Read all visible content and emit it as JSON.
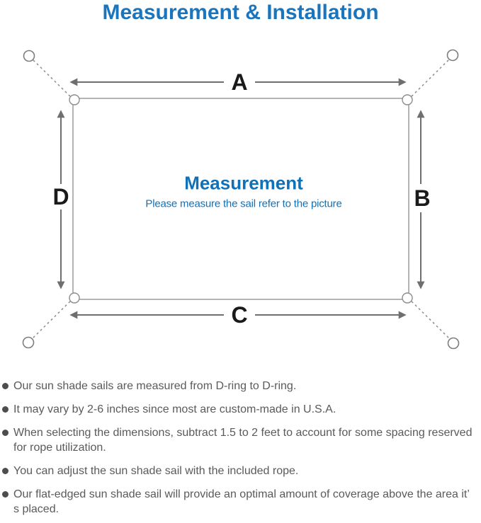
{
  "header": {
    "title": "Measurement & Installation"
  },
  "diagram": {
    "labels": {
      "top": "A",
      "right": "B",
      "bottom": "C",
      "left": "D"
    },
    "center_title": "Measurement",
    "center_subtitle": "Please measure the sail refer to the picture"
  },
  "notes": [
    "Our sun shade sails are measured from D-ring to D-ring.",
    "It may vary by 2-6 inches since most are custom-made in U.S.A.",
    "When selecting the dimensions, subtract 1.5 to 2 feet to account for some spacing reserved for rope utilization.",
    "You can adjust the sun shade sail with the included rope.",
    "Our flat-edged sun shade sail will provide an optimal amount of coverage above the area it’ s placed."
  ],
  "colors": {
    "accent_blue": "#1b75bc",
    "center_text_blue": "#1171b8",
    "label_black": "#1a1a1a",
    "line_gray": "#6f6f6f",
    "outline_gray": "#9b9b9b",
    "dash_gray": "#8c8c8c",
    "ring_gray": "#7d7d7d",
    "text_gray": "#5a5a5a",
    "bullet_gray": "#4d4d4d"
  }
}
